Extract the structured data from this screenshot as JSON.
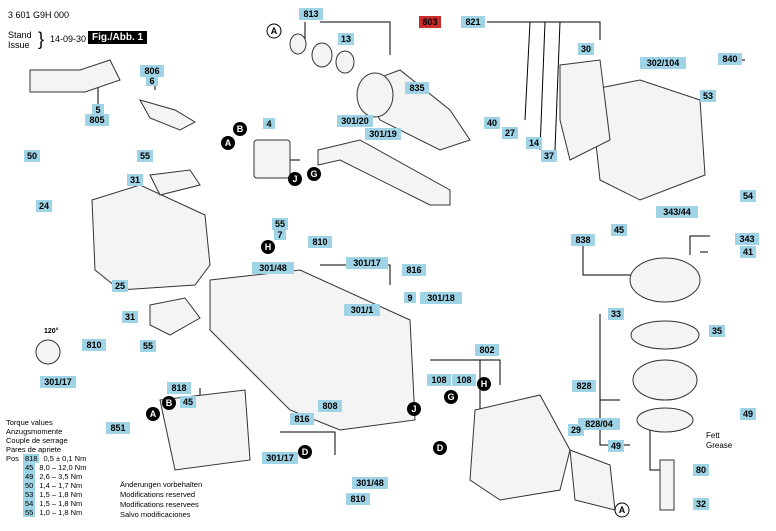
{
  "header": {
    "doc_no": "3 601 G9H 000",
    "stand_issue_label": [
      "Stand",
      "Issue"
    ],
    "date": "14-09-30",
    "fig": "Fig./Abb. 1"
  },
  "colors": {
    "label_bg": "#9fd3e6",
    "highlight_bg": "#cc2b2b",
    "line": "#000000"
  },
  "labels": [
    "813",
    "13",
    "803",
    "821",
    "840",
    "30",
    "302/104",
    "806",
    "6",
    "5",
    "805",
    "835",
    "40",
    "27",
    "14",
    "37",
    "53",
    "4",
    "301/20",
    "301/19",
    "50",
    "55",
    "31",
    "24",
    "25",
    "55",
    "7",
    "810",
    "301/17",
    "816",
    "301/48",
    "838",
    "45",
    "343/44",
    "343",
    "54",
    "41",
    "301/1",
    "9",
    "301/18",
    "33",
    "35",
    "802",
    "108",
    "108",
    "120°",
    "810",
    "301/17",
    "31",
    "55",
    "818",
    "45",
    "851",
    "808",
    "816",
    "828",
    "828/04",
    "49",
    "29",
    "49",
    "49",
    "80",
    "32",
    "301/17",
    "301/48",
    "810"
  ],
  "letters": [
    "A",
    "B",
    "A",
    "G",
    "J",
    "H",
    "J",
    "D",
    "G",
    "H",
    "B",
    "A",
    "D",
    "A",
    "H"
  ],
  "grease_note": [
    "Fett",
    "Grease"
  ],
  "torque": {
    "title": [
      "Torque values",
      "Anzugsmomente",
      "Couple de serrage",
      "Pares de apriete"
    ],
    "rows": [
      {
        "pos": "Pos",
        "code": "818",
        "val": "0,5 ± 0,1 Nm"
      },
      {
        "pos": "",
        "code": "45",
        "val": "8,0 – 12,0 Nm"
      },
      {
        "pos": "",
        "code": "49",
        "val": "2,6 – 3,5 Nm"
      },
      {
        "pos": "",
        "code": "50",
        "val": "1,4 – 1,7 Nm"
      },
      {
        "pos": "",
        "code": "53",
        "val": "1,5 – 1,8 Nm"
      },
      {
        "pos": "",
        "code": "54",
        "val": "1,5 – 1,8 Nm"
      },
      {
        "pos": "",
        "code": "55",
        "val": "1,0 – 1,8 Nm"
      }
    ]
  },
  "notes": [
    "Änderungen vorbehalten",
    "Modifications reserved",
    "Modifications reservees",
    "Salvo modificaciones"
  ]
}
